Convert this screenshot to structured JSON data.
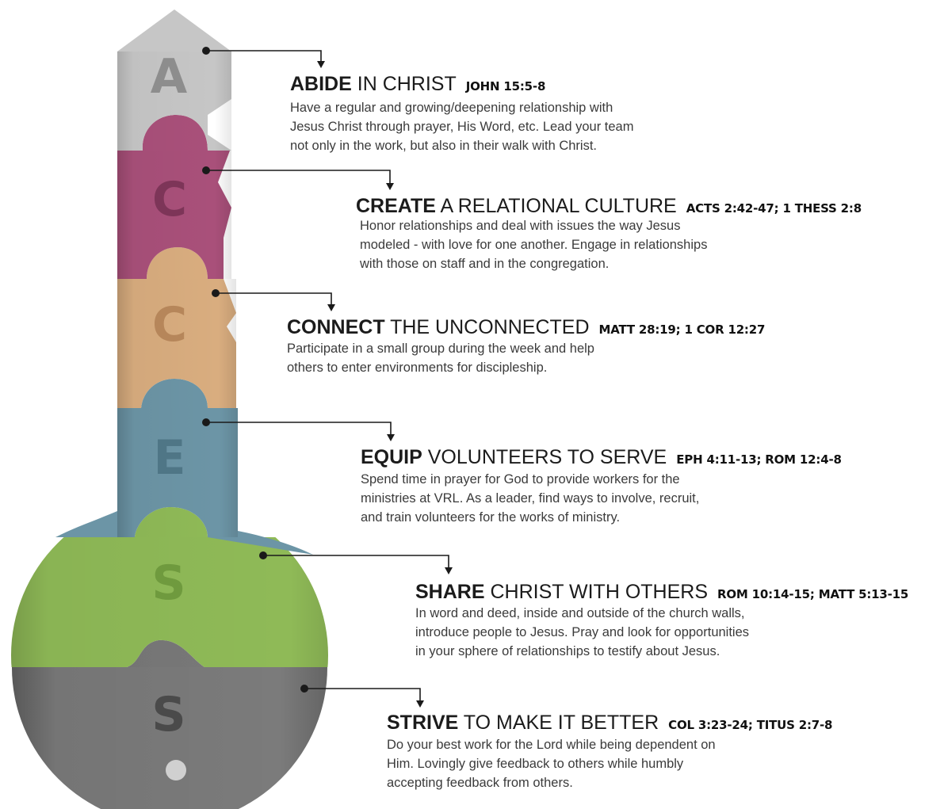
{
  "colors": {
    "abide": "#c6c6c6",
    "create": "#a9507a",
    "connect": "#d9ad7f",
    "equip": "#6c95a6",
    "share": "#8fba57",
    "strive": "#7b7b7b"
  },
  "pieces": [
    {
      "letter": "A",
      "color_key": "abide"
    },
    {
      "letter": "C",
      "color_key": "create"
    },
    {
      "letter": "C",
      "color_key": "connect"
    },
    {
      "letter": "E",
      "color_key": "equip"
    },
    {
      "letter": "S",
      "color_key": "share"
    },
    {
      "letter": "S",
      "color_key": "strive"
    }
  ],
  "items": [
    {
      "keyword": "ABIDE",
      "title_rest": " IN CHRIST",
      "reference": "JOHN 15:5-8",
      "description": "Have a regular and growing/deepening relationship with\nJesus Christ through prayer, His Word, etc.  Lead your team\nnot only in the work, but also in their walk with Christ."
    },
    {
      "keyword": "CREATE",
      "title_rest": " A RELATIONAL CULTURE",
      "reference": "ACTS 2:42-47; 1 THESS 2:8",
      "description": "Honor relationships and deal with issues the way Jesus\nmodeled - with love for one another.  Engage in relationships\nwith those on staff and in the congregation."
    },
    {
      "keyword": "CONNECT",
      "title_rest": " THE UNCONNECTED",
      "reference": "MATT 28:19; 1 COR 12:27",
      "description": "Participate in a small group during the week and help\nothers to enter environments for discipleship."
    },
    {
      "keyword": "EQUIP",
      "title_rest": " VOLUNTEERS TO SERVE",
      "reference": "EPH 4:11-13; ROM 12:4-8",
      "description": "Spend time in prayer for God to provide workers for the\nministries at VRL.  As a leader, find ways to involve, recruit,\nand train volunteers for the works of ministry."
    },
    {
      "keyword": "SHARE",
      "title_rest": " CHRIST WITH OTHERS",
      "reference": "ROM 10:14-15; MATT 5:13-15",
      "description": "In word and deed, inside and outside of the church walls,\nintroduce people to Jesus.  Pray and look for opportunities\nin your sphere of relationships to testify about Jesus."
    },
    {
      "keyword": "STRIVE",
      "title_rest": " TO MAKE IT BETTER",
      "reference": "COL 3:23-24; TITUS 2:7-8",
      "description": "Do your best work for the Lord while being dependent on\nHim.  Lovingly give feedback to others while humbly\naccepting feedback from others."
    }
  ]
}
